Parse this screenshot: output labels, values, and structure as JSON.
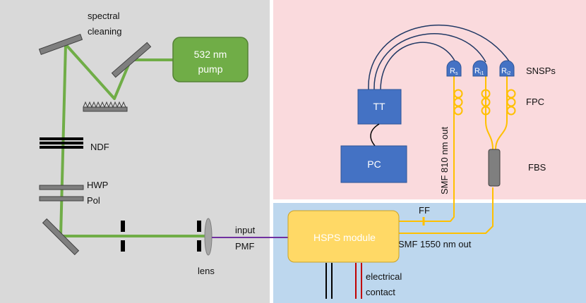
{
  "labels": {
    "spectral_cleaning_line1": "spectral",
    "spectral_cleaning_line2": "cleaning",
    "pump_line1": "532 nm",
    "pump_line2": "pump",
    "ndf": "NDF",
    "hwp": "HWP",
    "pol": "Pol",
    "lens": "lens",
    "input": "input",
    "pmf": "PMF",
    "tt": "TT",
    "pc": "PC",
    "hsps_module": "HSPS module",
    "rs_main": "R",
    "rs_sub": "s",
    "ri1_main": "R",
    "ri1_sub": "i1",
    "ri2_main": "R",
    "ri2_sub": "i2",
    "snsps": "SNSPs",
    "fpc": "FPC",
    "fbs": "FBS",
    "smf_810": "SMF 810 nm out",
    "ff": "FF",
    "smf_1550": "SMF 1550 nm out",
    "electrical_line1": "electrical",
    "electrical_line2": "contact"
  },
  "colors": {
    "left_panel": "#d9d9d9",
    "top_right_panel": "#fadadd",
    "bottom_right_panel": "#bdd7ee",
    "beam": "#70ad47",
    "pump_fill": "#70ad47",
    "pump_border": "#548235",
    "fiber": "#ffc000",
    "module_fill": "#ffd966",
    "box_blue": "#4472c4",
    "box_border": "#2f5597",
    "cable": "#203864",
    "optic": "#7f7f7f",
    "electrical_red": "#c00000",
    "electrical_black": "#000000",
    "pmf_fiber": "#7030a0"
  }
}
